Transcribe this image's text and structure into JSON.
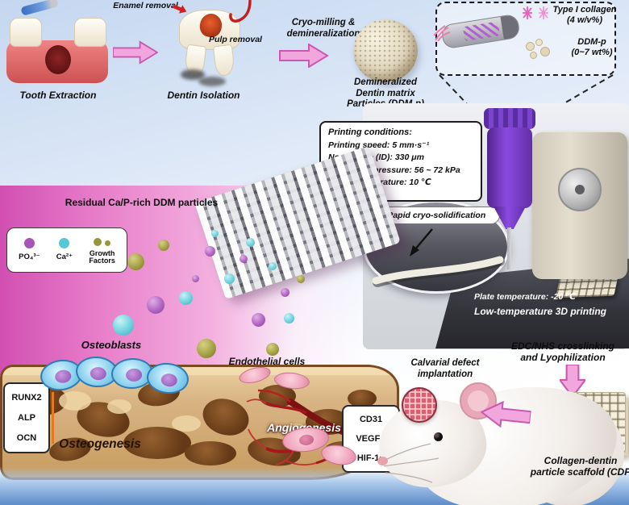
{
  "top": {
    "tooth_extraction": "Tooth Extraction",
    "enamel_removal": "Enamel removal",
    "pulp_removal": "Pulp removal",
    "dentin_isolation": "Dentin Isolation",
    "cryo_milling": "Cryo-milling &\ndemineralization",
    "ddm_particles": "Demineralized\nDentin matrix\nParticles (DDM-p)"
  },
  "ink_box": {
    "type_i_collagen": "Type I collagen\n(4 w/v%)",
    "ddm_p": "DDM-p\n(0~7 wt%)"
  },
  "printing": {
    "title": "Printing conditions:",
    "lines": [
      "Printing speed: 5 mm·s⁻¹",
      "Nozzle size (ID): 330 μm",
      "Pneumatic pressure: 56 ~ 72 kPa",
      "Barrel temperature: 10 ℃"
    ],
    "rapid_cryo": "Rapid cryo-solidification",
    "plate_temp": "Plate temperature: -20 ℃",
    "low_temp_printing": "Low-temperature 3D printing"
  },
  "post_processing": {
    "crosslinking": "EDC/NHS crosslinking\nand Lyophilization",
    "scaffold_label": "Collagen-dentin\nparticle scaffold (CDP",
    "implantation": "Calvarial defect\nimplantation"
  },
  "bio_panel": {
    "title": "Residual Ca/P-rich DDM particles",
    "legend": [
      {
        "label": "PO₄³⁻",
        "color": "#a855b8"
      },
      {
        "label": "Ca²⁺",
        "color": "#55c8d8"
      },
      {
        "label": "Growth\nFactors",
        "color": "#97953c"
      }
    ],
    "osteoblasts": "Osteoblasts",
    "endothelial_cells": "Endothelial cells",
    "osteogenesis": "Osteogenesis",
    "angiogenesis": "Angiogenesis",
    "osteo_markers": [
      "RUNX2",
      "ALP",
      "OCN"
    ],
    "angio_markers": [
      "CD31",
      "VEGFA",
      "HIF-1α"
    ]
  },
  "colors": {
    "arrow_pink": "#f2a6de",
    "arrow_pink_edge": "#c858b0"
  }
}
